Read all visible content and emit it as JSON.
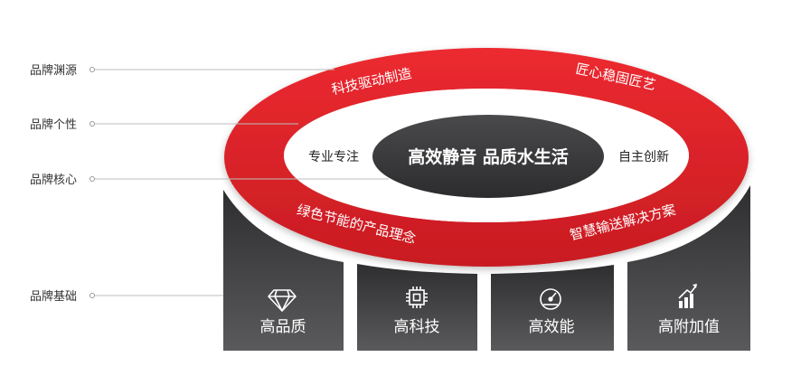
{
  "left_labels": {
    "origin": "品牌渊源",
    "character": "品牌个性",
    "core": "品牌核心",
    "foundation": "品牌基础"
  },
  "ring": {
    "top_left": "科技驱动制造",
    "top_right": "匠心稳固匠艺",
    "bottom_left": "绿色节能的产品理念",
    "bottom_right": "智慧输送解决方案"
  },
  "inner": {
    "left": "专业专注",
    "right": "自主创新",
    "core": "高效静音 品质水生活"
  },
  "pillars": [
    {
      "label": "高品质",
      "icon": "diamond-icon"
    },
    {
      "label": "高科技",
      "icon": "chip-icon"
    },
    {
      "label": "高效能",
      "icon": "gauge-icon"
    },
    {
      "label": "高附加值",
      "icon": "growth-chart-icon"
    }
  ],
  "colors": {
    "red": "#e3232a",
    "dark": "#4a4a4c",
    "core": "#3a3a3c"
  }
}
